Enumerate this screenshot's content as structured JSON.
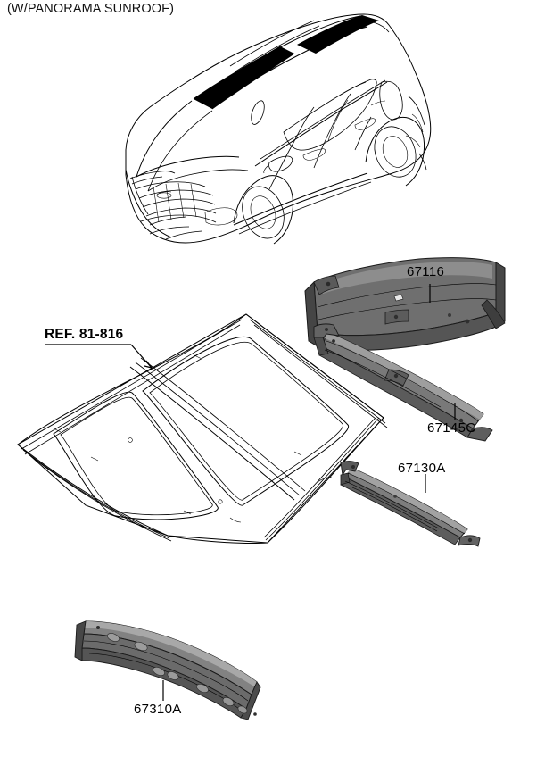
{
  "diagram": {
    "title": "(W/PANORAMA SUNROOF)",
    "kind": "automotive-parts-exploded-diagram",
    "subject": "Roof panel and roof rail assembly",
    "background_color": "#ffffff",
    "line_color": "#000000",
    "shading": {
      "light": "#9a9a9a",
      "mid": "#7c7c7c",
      "dark": "#5e5e5e",
      "darker": "#4a4a4a",
      "highlight": "#b5b5b5"
    }
  },
  "vehicle_illustration": {
    "name": "suv-three-quarter-front-view",
    "description": "Line-art SUV body shown from front three-quarter angle with darkened windshield and rear quarter glass",
    "glass_fill": "#000000"
  },
  "reference": {
    "label": "REF. 81-816",
    "underlined": true,
    "points_to": "roof-panel"
  },
  "parts": [
    {
      "id": "roof-panel",
      "number": "REF. 81-816",
      "name": "roof-panel-with-panorama-opening",
      "style": "outline"
    },
    {
      "id": "part-67116",
      "number": "67116",
      "name": "rear-roof-rail-panel",
      "style": "shaded"
    },
    {
      "id": "part-67145C",
      "number": "67145C",
      "name": "roof-rail-center-crossmember",
      "style": "shaded"
    },
    {
      "id": "part-67130A",
      "number": "67130A",
      "name": "roof-crossmember-front",
      "style": "shaded"
    },
    {
      "id": "part-67310A",
      "number": "67310A",
      "name": "front-roof-header-panel",
      "style": "shaded"
    }
  ],
  "labels": {
    "p67116": "67116",
    "p67145C": "67145C",
    "p67130A": "67130A",
    "p67310A": "67310A"
  }
}
